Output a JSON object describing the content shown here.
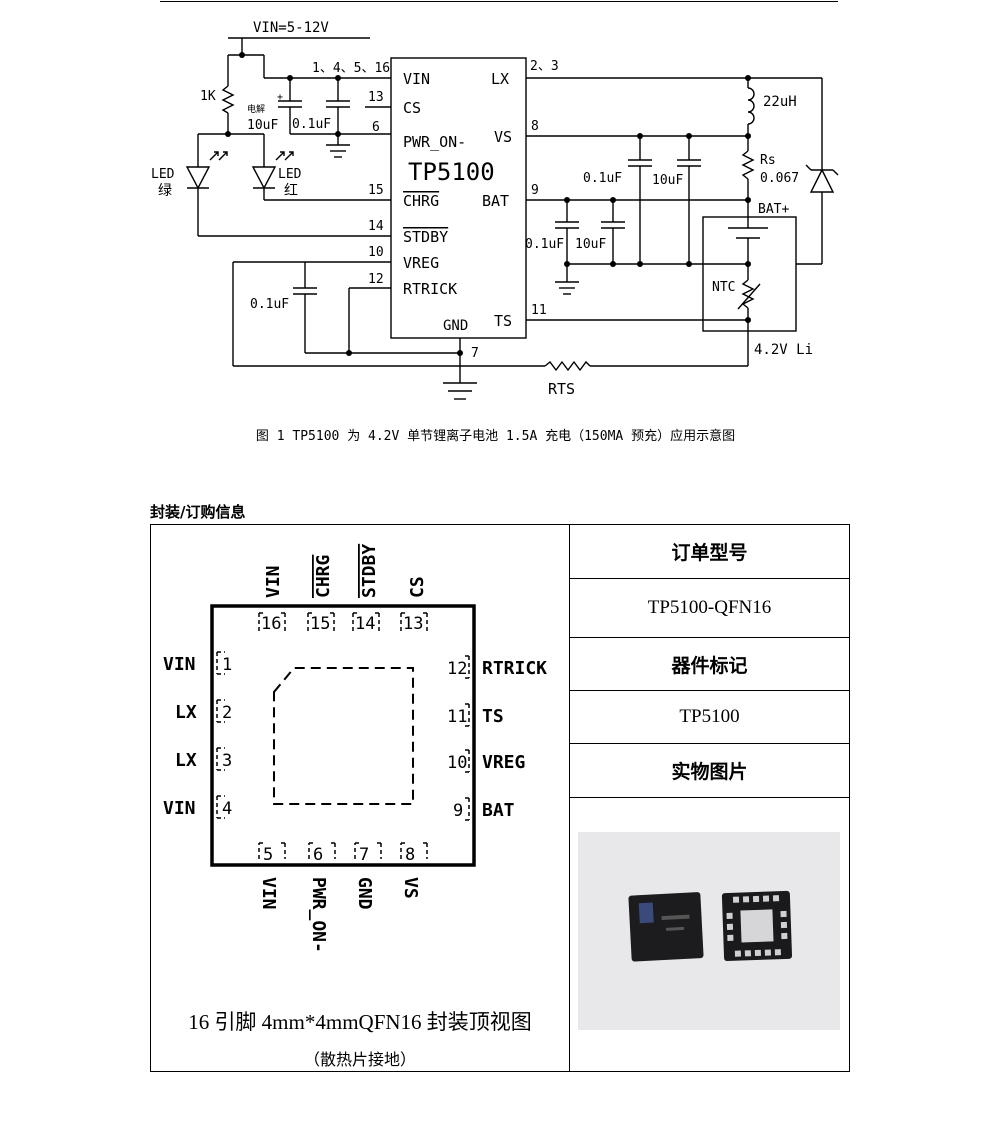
{
  "schematic": {
    "vin_label": "VIN=5-12V",
    "vin_pins": "1、4、5、16",
    "lx_pins": "2、3",
    "ic_name": "TP5100",
    "ic_pins_left": [
      {
        "num": "13",
        "name": "CS"
      },
      {
        "num": "6",
        "name": "PWR_ON-"
      },
      {
        "num": "15",
        "name": "CHRG"
      },
      {
        "num": "14",
        "name": "STDBY"
      },
      {
        "num": "10",
        "name": "VREG"
      },
      {
        "num": "12",
        "name": "RTRICK"
      }
    ],
    "ic_pin_vin": "VIN",
    "ic_pins_right": [
      {
        "num": "8",
        "name": "VS"
      },
      {
        "num": "9",
        "name": "BAT"
      },
      {
        "num": "11",
        "name": "TS"
      }
    ],
    "ic_pin_lx": "LX",
    "ic_gnd": "GND",
    "gnd_pin": "7",
    "r1k": "1K",
    "cap_electrolytic_tag": "电解",
    "cap_electrolytic": "10uF",
    "cap_plus": "+",
    "cap_in": "0.1uF",
    "led_green_a": "LED",
    "led_green_b": "绿",
    "led_red_a": "LED",
    "led_red_b": "红",
    "inductor": "22uH",
    "rs_name": "Rs",
    "rs_value": "0.067",
    "vs_cap1": "0.1uF",
    "vs_cap2": "10uF",
    "bat_cap1": "0.1uF",
    "bat_cap2": "10uF",
    "vreg_cap": "0.1uF",
    "bat_plus": "BAT+",
    "ntc": "NTC",
    "battery": "4.2V Li",
    "rts": "RTS"
  },
  "caption": "图 1 TP5100 为 4.2V 单节锂离子电池 1.5A 充电（150MA 预充）应用示意图",
  "section_heading": "封装/订购信息",
  "package": {
    "pins_top": [
      {
        "num": "16",
        "name": "VIN"
      },
      {
        "num": "15",
        "name": "CHRG"
      },
      {
        "num": "14",
        "name": "STDBY"
      },
      {
        "num": "13",
        "name": "CS"
      }
    ],
    "pins_left": [
      {
        "num": "1",
        "name": "VIN"
      },
      {
        "num": "2",
        "name": "LX"
      },
      {
        "num": "3",
        "name": "LX"
      },
      {
        "num": "4",
        "name": "VIN"
      }
    ],
    "pins_right": [
      {
        "num": "12",
        "name": "RTRICK"
      },
      {
        "num": "11",
        "name": "TS"
      },
      {
        "num": "10",
        "name": "VREG"
      },
      {
        "num": "9",
        "name": "BAT"
      }
    ],
    "pins_bottom": [
      {
        "num": "5",
        "name": "VIN"
      },
      {
        "num": "6",
        "name": "PWR_ON-"
      },
      {
        "num": "7",
        "name": "GND"
      },
      {
        "num": "8",
        "name": "VS"
      }
    ],
    "caption": "16 引脚 4mm*4mmQFN16 封装顶视图",
    "sub_caption": "（散热片接地）"
  },
  "order_table": {
    "order_model_header": "订单型号",
    "order_model_value": "TP5100-QFN16",
    "marking_header": "器件标记",
    "marking_value": "TP5100",
    "photo_header": "实物图片"
  }
}
